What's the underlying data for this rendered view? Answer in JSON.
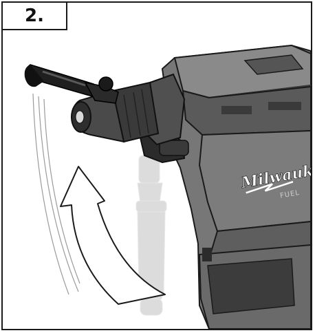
{
  "figure": {
    "step_label": "2.",
    "brand_logo_text": "Milwaukee",
    "brand_sub_text": "FUEL",
    "colors": {
      "frame": "#1a1a1a",
      "tool_body": "#6f6f6f",
      "tool_dark": "#2b2b2b",
      "ghost_handle": "#dcdcdc",
      "arrow_fill": "#ffffff"
    },
    "arrow_direction": "rotate-up",
    "icons": [
      "side-handle",
      "rotation-arrow",
      "motion-lines",
      "rotary-hammer"
    ]
  }
}
